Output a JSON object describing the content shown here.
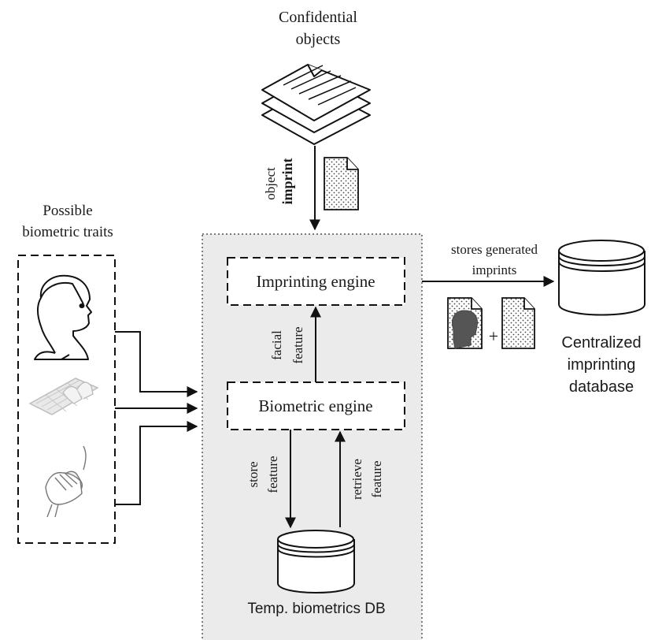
{
  "confidential": {
    "line1": "Confidential",
    "line2": "objects"
  },
  "object_imprint": {
    "line1": "object",
    "line2": "imprint"
  },
  "traits": {
    "line1": "Possible",
    "line2": "biometric traits"
  },
  "engines": {
    "imprinting": "Imprinting engine",
    "biometric": "Biometric engine"
  },
  "facial_feature": {
    "line1": "facial",
    "line2": "feature"
  },
  "store_feature": {
    "line1": "store",
    "line2": "feature"
  },
  "retrieve_feature": {
    "line1": "retrieve",
    "line2": "feature"
  },
  "temp_db": "Temp. biometrics DB",
  "stores_generated": {
    "line1": "stores generated",
    "line2": "imprints"
  },
  "plus": "+",
  "central_db": {
    "line1": "Centralized",
    "line2": "imprinting",
    "line3": "database"
  },
  "icons": [
    "document-stack-icon",
    "dotted-document-icon",
    "face-profile-icon",
    "keyboard-icon",
    "mouse-hand-icon",
    "database-icon",
    "face-document-icon"
  ]
}
